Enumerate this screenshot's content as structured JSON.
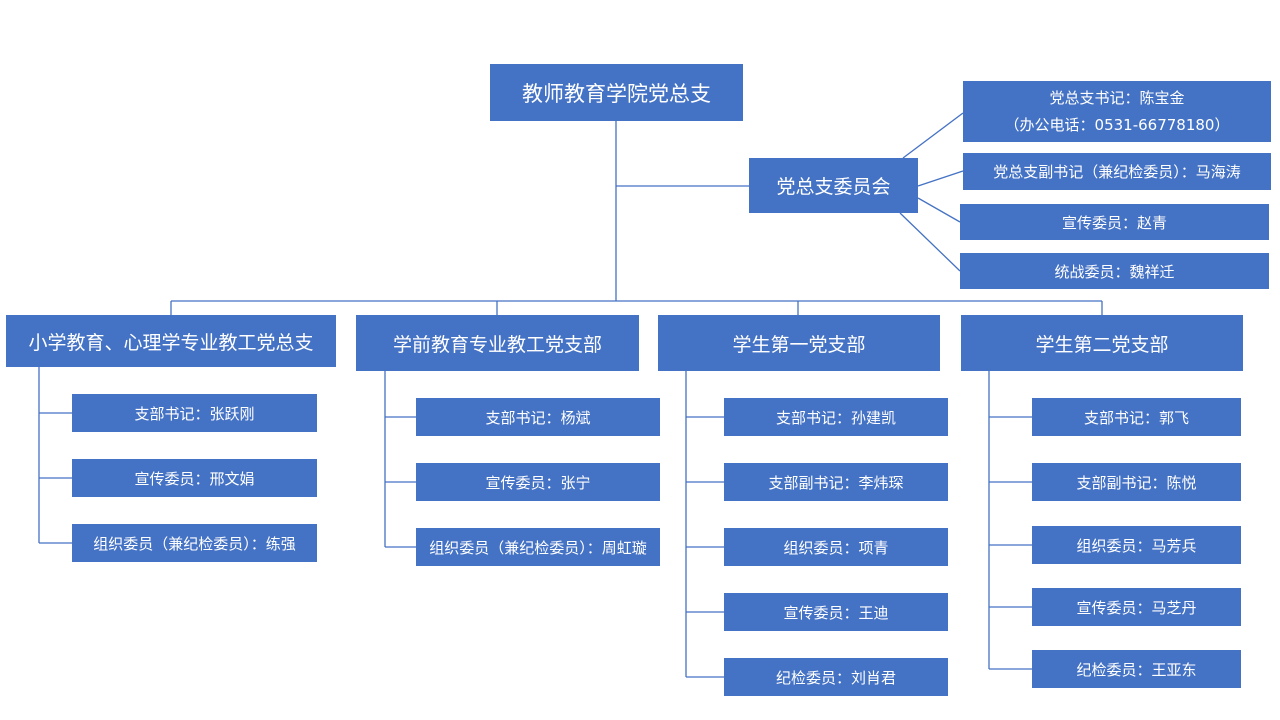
{
  "root": "教师教育学院党总支",
  "committee": {
    "label": "党总支委员会",
    "members": [
      {
        "line1": "党总支书记：陈宝金",
        "line2": "（办公电话：0531-66778180）"
      },
      {
        "line1": "党总支副书记（兼纪检委员）：马海涛"
      },
      {
        "line1": "宣传委员：赵青"
      },
      {
        "line1": "统战委员：魏祥迁"
      }
    ]
  },
  "branches": [
    {
      "name": "小学教育、心理学专业教工党总支",
      "members": [
        "支部书记：张跃刚",
        "宣传委员：邢文娟",
        "组织委员（兼纪检委员）：练强"
      ]
    },
    {
      "name": "学前教育专业教工党支部",
      "members": [
        "支部书记：杨斌",
        "宣传委员：张宁",
        "组织委员（兼纪检委员）：周虹璇"
      ]
    },
    {
      "name": "学生第一党支部",
      "members": [
        "支部书记：孙建凯",
        "支部副书记：李炜琛",
        "组织委员：项青",
        "宣传委员：王迪",
        "纪检委员：刘肖君"
      ]
    },
    {
      "name": "学生第二党支部",
      "members": [
        "支部书记：郭飞",
        "支部副书记：陈悦",
        "组织委员：马芳兵",
        "宣传委员：马芝丹",
        "纪检委员：王亚东"
      ]
    }
  ]
}
